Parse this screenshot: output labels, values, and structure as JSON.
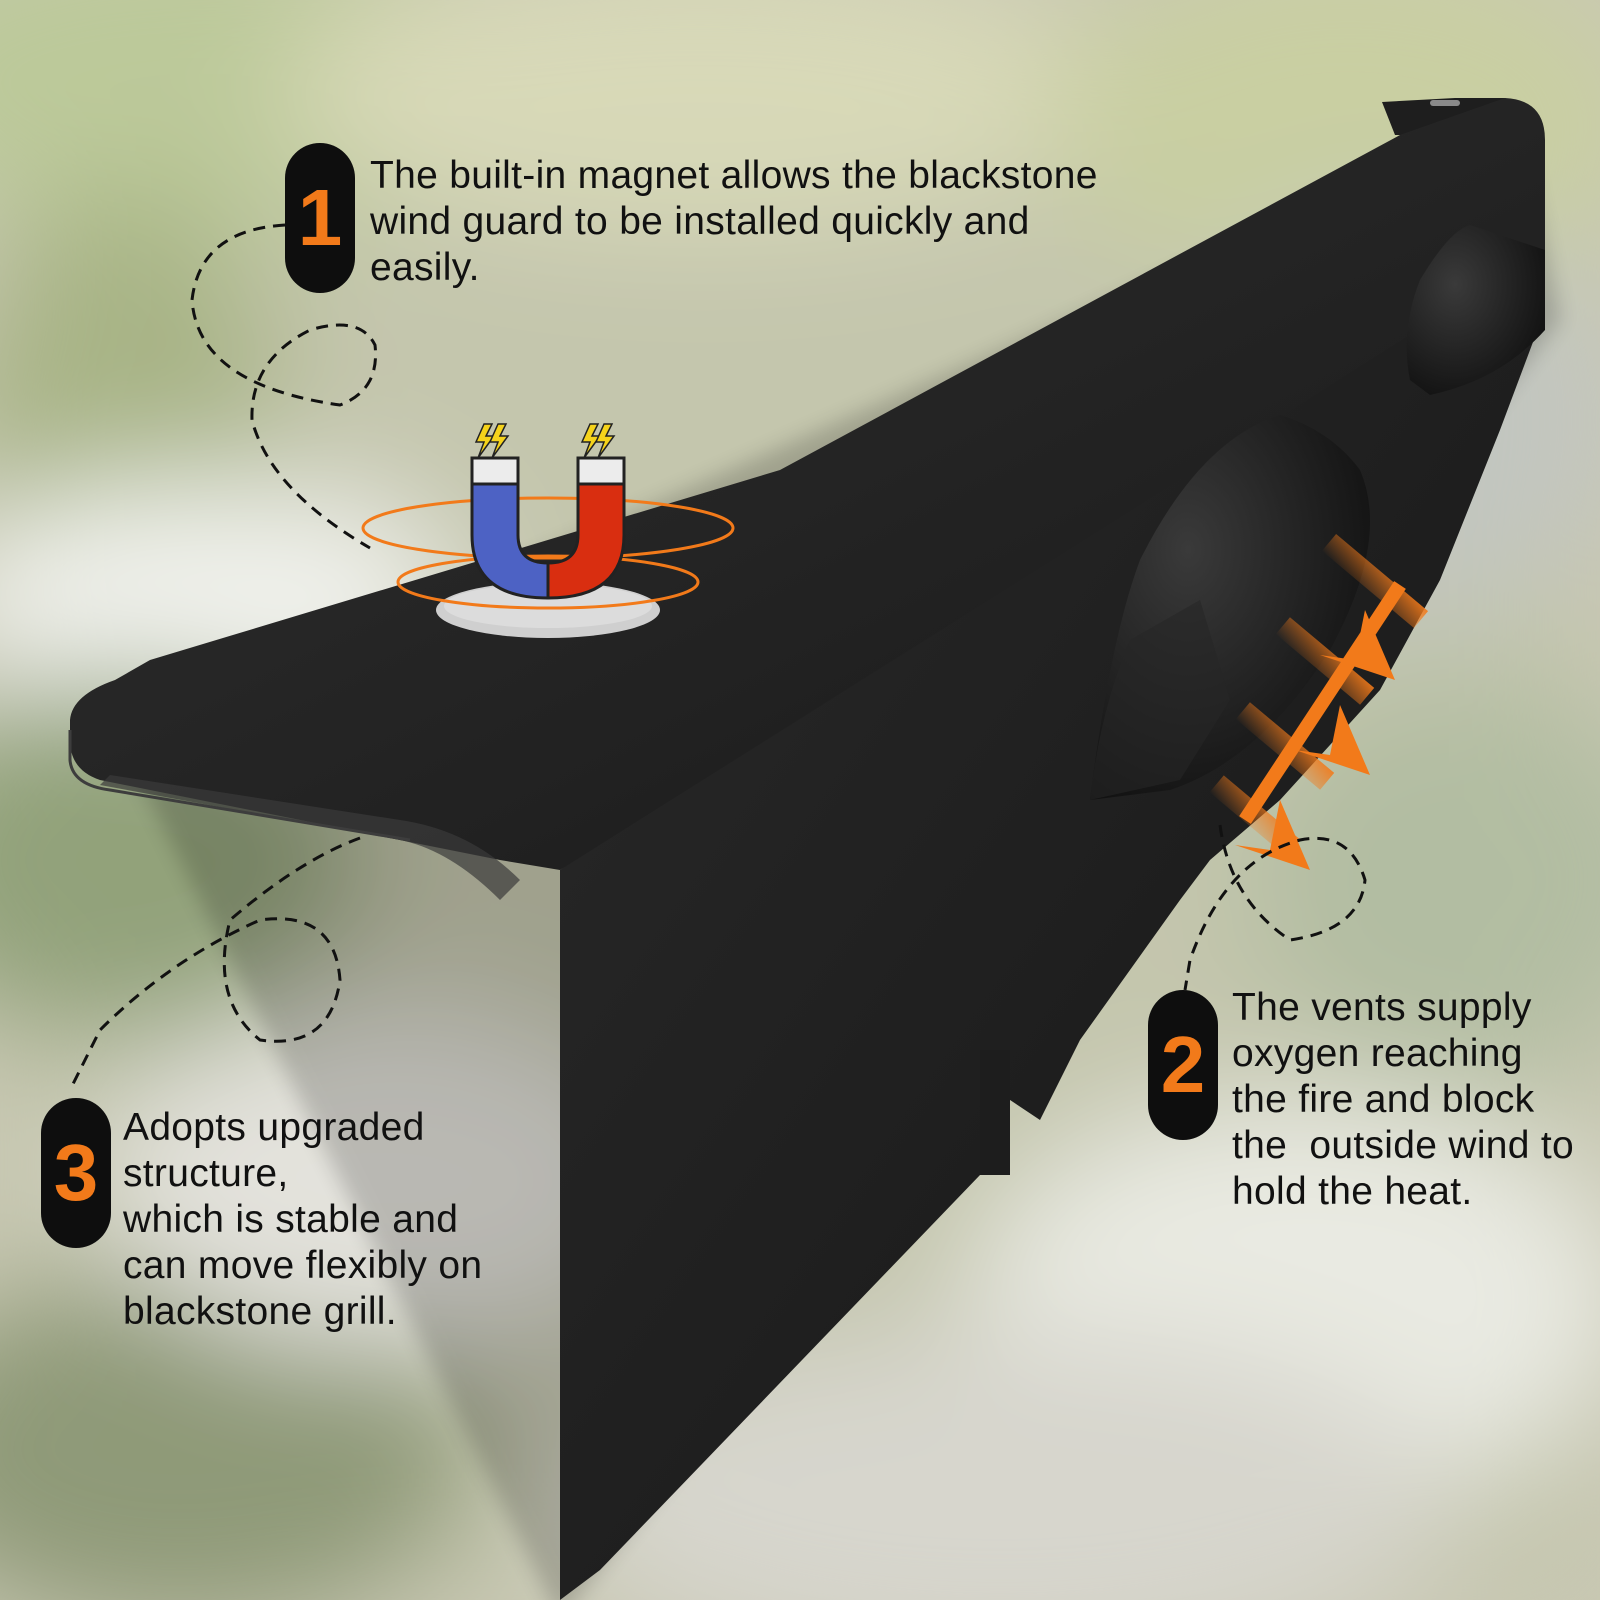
{
  "colors": {
    "accent_orange": "#f27a1a",
    "badge_black": "#0e0e0e",
    "product_black": "#1c1c1c",
    "magnet_blue": "#4d62c4",
    "magnet_red": "#d92e10"
  },
  "icons": [
    "magnet-icon",
    "lightning-icon",
    "wind-arrow-icon"
  ],
  "features": [
    {
      "number": "1",
      "lines": [
        "The built-in magnet allows the blackstone",
        "wind guard to be installed quickly and",
        "easily."
      ]
    },
    {
      "number": "2",
      "lines": [
        "The vents supply",
        "oxygen reaching",
        "the fire and block",
        "the  outside wind to",
        "hold the heat."
      ]
    },
    {
      "number": "3",
      "lines": [
        "Adopts upgraded",
        "structure,",
        "which is stable and",
        "can move flexibly on",
        "blackstone grill."
      ]
    }
  ]
}
